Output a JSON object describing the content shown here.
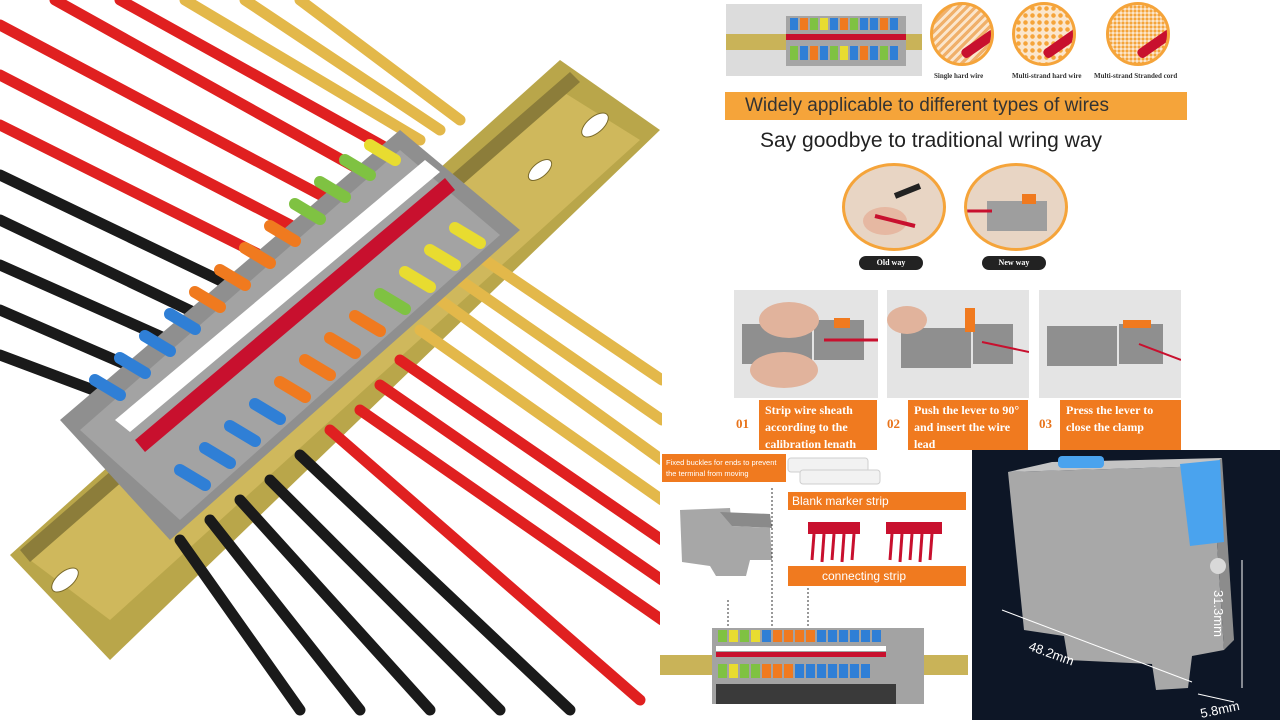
{
  "top_banner": {
    "wire_types": [
      "Single hard wire",
      "Multi-strand hard wire",
      "Multi-strand Stranded cord"
    ],
    "headline": "Widely applicable to different types of wires",
    "subheadline": "Say goodbye to traditional wring way",
    "comparison": [
      "Old way",
      "New way"
    ]
  },
  "steps": [
    {
      "number": "01",
      "text": "Strip wire sheath according to the calibration lenath"
    },
    {
      "number": "02",
      "text": "Push the lever to 90° and insert the wire lead"
    },
    {
      "number": "03",
      "text": "Press the lever to close the clamp"
    }
  ],
  "accessories": {
    "end_buckle": "Fixed buckles for ends to prevent the terminal from moving",
    "marker_strip": "Blank marker strip",
    "connecting_strip": "connecting strip"
  },
  "dimensions": {
    "length": "48.2mm",
    "height": "31.3mm",
    "width": "5.8mm"
  },
  "colors": {
    "accent_orange": "#f07a1f",
    "banner_orange": "#f5a43a",
    "dark_panel": "#0d1626",
    "terminal_grey": "#9a9a9a"
  }
}
